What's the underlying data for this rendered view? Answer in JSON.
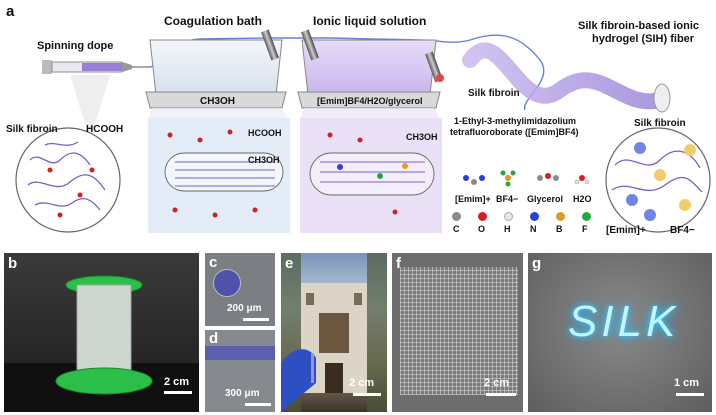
{
  "panel_a": {
    "letter": "a",
    "spinning_dope": "Spinning dope",
    "coagulation_bath": "Coagulation bath",
    "coag_solvent": "CH3OH",
    "ionic_liquid_solution": "Ionic liquid solution",
    "il_mixture": "[Emim]BF4/H2O/glycerol",
    "sih_fiber_line1": "Silk fibroin-based ionic",
    "sih_fiber_line2": "hydrogel (SIH) fiber",
    "silk_fibroin_mid": "Silk fibroin",
    "ionic_liquid_line1": "1-Ethyl-3-methylimidazolium",
    "ionic_liquid_line2": "tetrafluoroborate ([Emim]BF4)",
    "dope_silk_fibroin": "Silk fibroin",
    "dope_hcooh": "HCOOH",
    "bath_hcooh": "HCOOH",
    "bath_ch3oh": "CH3OH",
    "il_ch3oh": "CH3OH",
    "legend_mol": [
      "[Emim]+",
      "BF4−",
      "Glycerol",
      "H2O"
    ],
    "legend_atoms": [
      "C",
      "O",
      "H",
      "N",
      "B",
      "F"
    ],
    "atom_colors": [
      "#8a8a8a",
      "#d62020",
      "#e6e6e6",
      "#2a3fd6",
      "#e09a2a",
      "#27a83a"
    ],
    "right_silk_fibroin": "Silk fibroin",
    "right_emim": "[Emim]+",
    "right_bf4": "BF4−"
  },
  "panels": [
    {
      "letter": "b",
      "scale": "2 cm"
    },
    {
      "letter": "c",
      "scale": "200 μm"
    },
    {
      "letter": "d",
      "scale": "300 μm"
    },
    {
      "letter": "e",
      "scale": "2 cm"
    },
    {
      "letter": "f",
      "scale": "2 cm"
    },
    {
      "letter": "g",
      "scale": "1 cm",
      "glow_text": "SILK"
    }
  ]
}
